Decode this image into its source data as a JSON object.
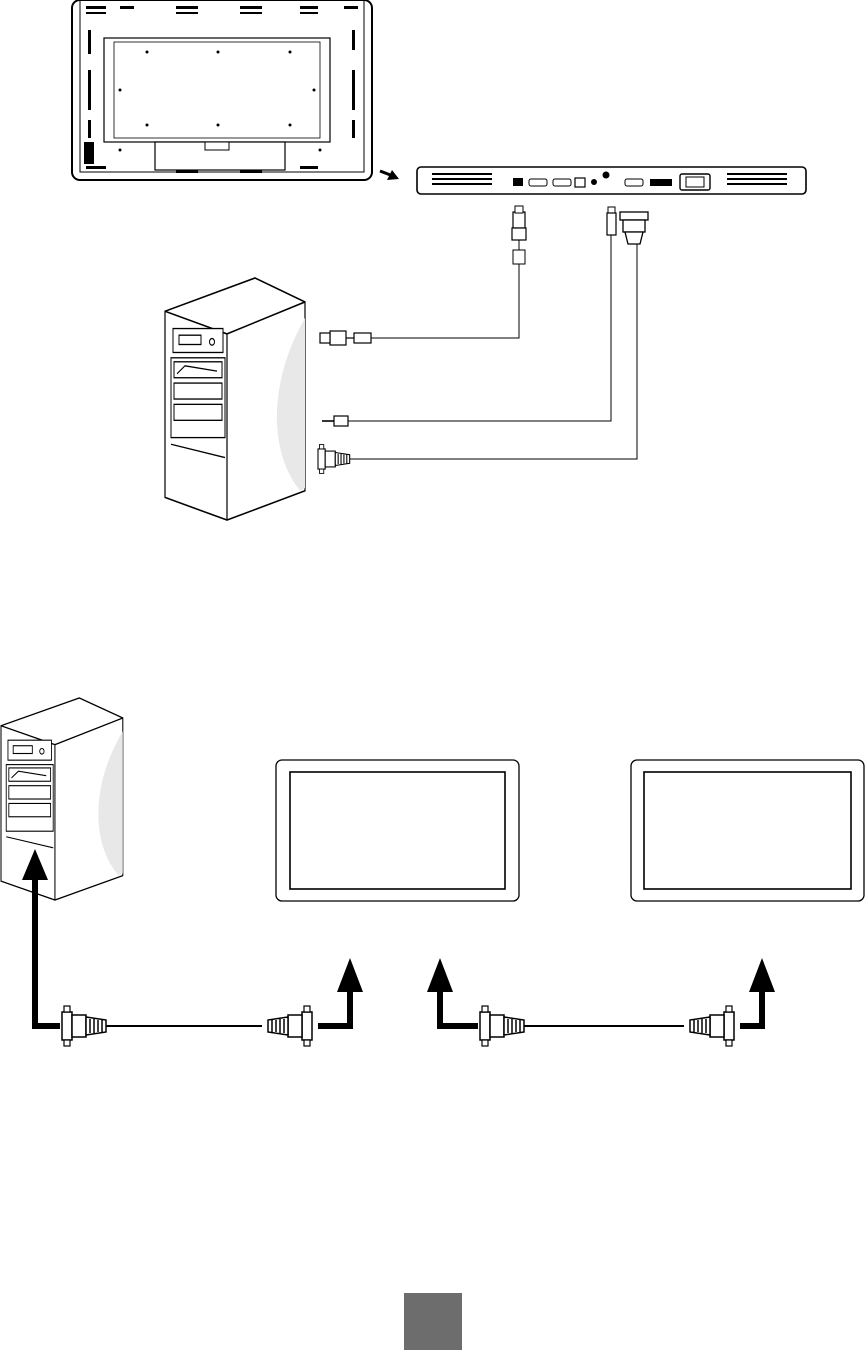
{
  "page_marker": {
    "color": "#6d6d6d"
  },
  "colors": {
    "line": "#000000",
    "tower_shade": "#e8e8e8",
    "paper": "#ffffff"
  },
  "figure_1": {
    "parts": [
      "monitor-rear",
      "connector-panel",
      "usb-cable",
      "audio-cable",
      "vga-cable",
      "pc-tower"
    ],
    "icons": [
      "pointer-arrow-icon",
      "usb-plug-icon",
      "audio-plug-icon",
      "vga-plug-icon"
    ]
  },
  "figure_2": {
    "parts": [
      "pc-tower",
      "display-1",
      "display-2",
      "vga-cable-1",
      "vga-cable-2"
    ],
    "icons": [
      "up-arrow-icon",
      "vga-plug-icon"
    ]
  }
}
